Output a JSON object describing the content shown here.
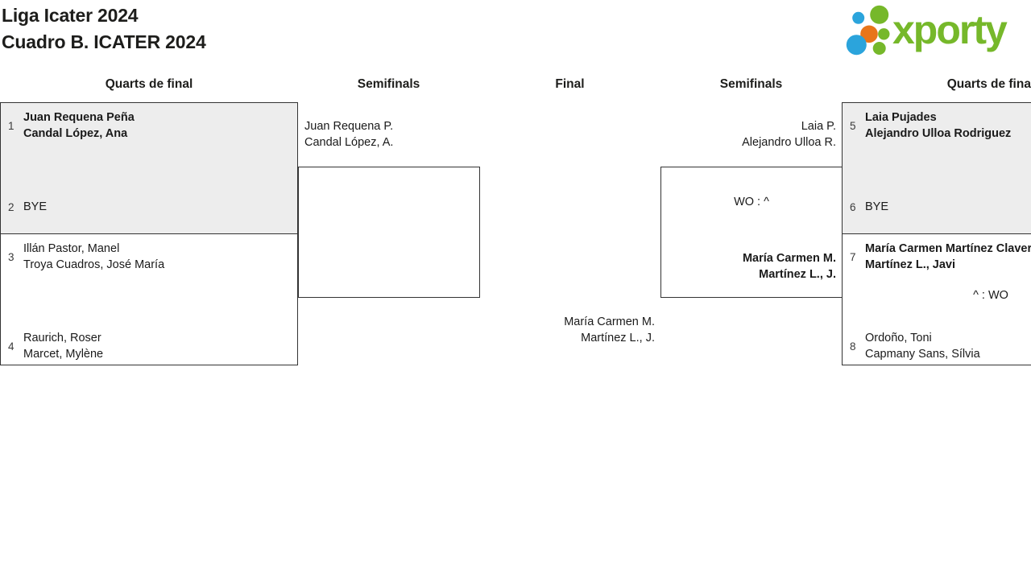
{
  "title": {
    "line1": "Liga Icater 2024",
    "line2": "Cuadro B. ICATER 2024"
  },
  "logo": {
    "wordmark": "xporty",
    "colors": {
      "green": "#76B82A",
      "blue": "#2BA4DC",
      "orange": "#E8751A"
    }
  },
  "colors": {
    "box_border": "#333333",
    "winner_box_fill": "#EDEDED",
    "text": "#1a1a1a"
  },
  "rounds": {
    "qf_left": "Quarts de final",
    "sf_left": "Semifinals",
    "final": "Final",
    "sf_right": "Semifinals",
    "qf_right": "Quarts de final"
  },
  "bracket": {
    "left_quarterfinals": [
      {
        "top": {
          "seed": "1",
          "line1": "Juan Requena Peña",
          "line2": "Candal López, Ana"
        },
        "bottom": {
          "seed": "2",
          "line1": "BYE",
          "line2": ""
        },
        "score": ""
      },
      {
        "top": {
          "seed": "3",
          "line1": "Illán Pastor, Manel",
          "line2": "Troya Cuadros, José María"
        },
        "bottom": {
          "seed": "4",
          "line1": "Raurich, Roser",
          "line2": "Marcet, Mylène"
        },
        "score": ""
      }
    ],
    "right_quarterfinals": [
      {
        "top": {
          "seed": "5",
          "line1": "Laia Pujades",
          "line2": "Alejandro Ulloa Rodriguez"
        },
        "bottom": {
          "seed": "6",
          "line1": "BYE",
          "line2": ""
        },
        "score": ""
      },
      {
        "top": {
          "seed": "7",
          "line1": "María Carmen Martínez Claver",
          "line2": "Martínez L., Javi"
        },
        "bottom": {
          "seed": "8",
          "line1": "Ordoño, Toni",
          "line2": "Capmany Sans, Sílvia"
        },
        "score": "^ : WO"
      }
    ],
    "left_semifinal": {
      "top_team": {
        "line1": "Juan Requena P.",
        "line2": "Candal López, A."
      },
      "score": ""
    },
    "right_semifinal": {
      "top_team": {
        "line1": "Laia P.",
        "line2": "Alejandro Ulloa R."
      },
      "score": "WO : ^",
      "winner": {
        "line1": "María Carmen M.",
        "line2": "Martínez L., J."
      }
    },
    "final": {
      "right_finalist": {
        "line1": "María Carmen M.",
        "line2": "Martínez L., J."
      }
    }
  }
}
